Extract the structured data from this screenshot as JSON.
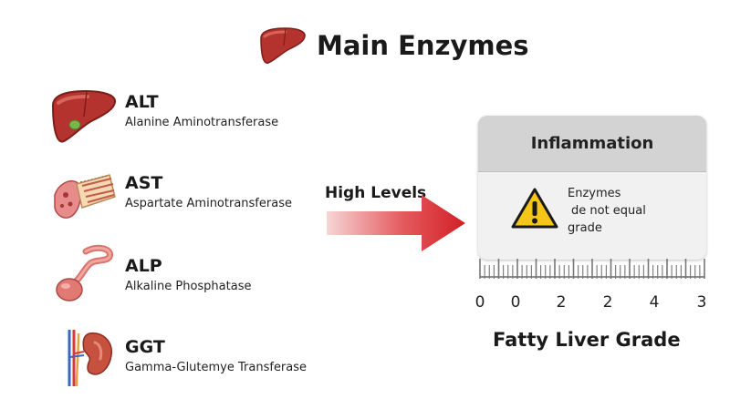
{
  "title": "Main Enzymes",
  "enzymes": [
    {
      "abbr": "ALT",
      "name": "Alanine Aminotransferase",
      "icon": "liver-icon"
    },
    {
      "abbr": "AST",
      "name": "Aspartate Aminotransferase",
      "icon": "muscle-tissue-icon"
    },
    {
      "abbr": "ALP",
      "name": "Alkaline Phosphatase",
      "icon": "gallbladder-duct-icon"
    },
    {
      "abbr": "GGT",
      "name": "Gamma-Glutemye Transferase",
      "icon": "kidney-icon"
    }
  ],
  "arrow_label": "High Levels",
  "panel": {
    "header": "Inflammation",
    "warning_icon": "warning-icon",
    "warning_lines": [
      "Enzymes",
      "de not equal",
      "grade"
    ]
  },
  "scale": {
    "tick_labels": [
      "0",
      "0",
      "2",
      "2",
      "4",
      "3"
    ],
    "label": "Fatty Liver Grade"
  },
  "colors": {
    "arrow_start": "#f7d6d6",
    "arrow_end": "#d21f26",
    "liver": "#b5332e",
    "warning": "#f5c518"
  }
}
